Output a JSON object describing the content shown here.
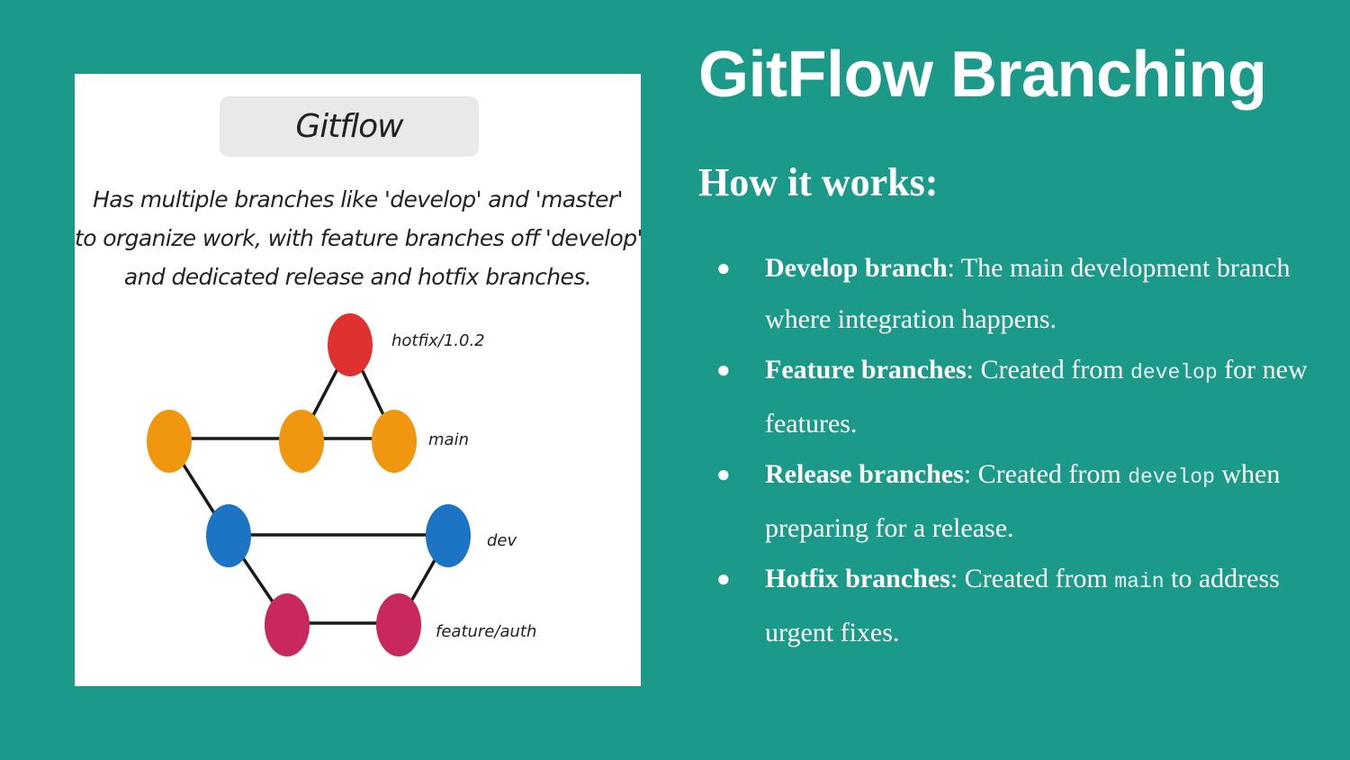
{
  "slide": {
    "title": "GitFlow Branching",
    "subtitle": "How it works:",
    "bullets": [
      {
        "term": "Develop branch",
        "sep": ": ",
        "text": "The main development branch where integration happens."
      },
      {
        "term": "Feature branches",
        "sep": ": ",
        "text_before": "Created from ",
        "code": "develop",
        "text_after": " for new features."
      },
      {
        "term": "Release branches",
        "sep": ": ",
        "text_before": "Created from ",
        "code": "develop",
        "text_after": " when preparing for a release."
      },
      {
        "term": "Hotfix branches",
        "sep": ": ",
        "text_before": "Created from ",
        "code": "main",
        "text_after": " to address urgent fixes."
      }
    ]
  },
  "figure": {
    "title": "Gitflow",
    "caption_lines": [
      "Has multiple branches like 'develop' and 'master'",
      "to organize work, with feature branches off 'develop'",
      "and dedicated release and hotfix branches."
    ],
    "branch_labels": {
      "hotfix": "hotfix/1.0.2",
      "main": "main",
      "dev": "dev",
      "feature": "feature/auth"
    },
    "colors": {
      "hotfix": "#e03131",
      "main": "#f0960f",
      "dev": "#1c74c4",
      "feature": "#c8285e",
      "background": "#1b9a89"
    }
  }
}
